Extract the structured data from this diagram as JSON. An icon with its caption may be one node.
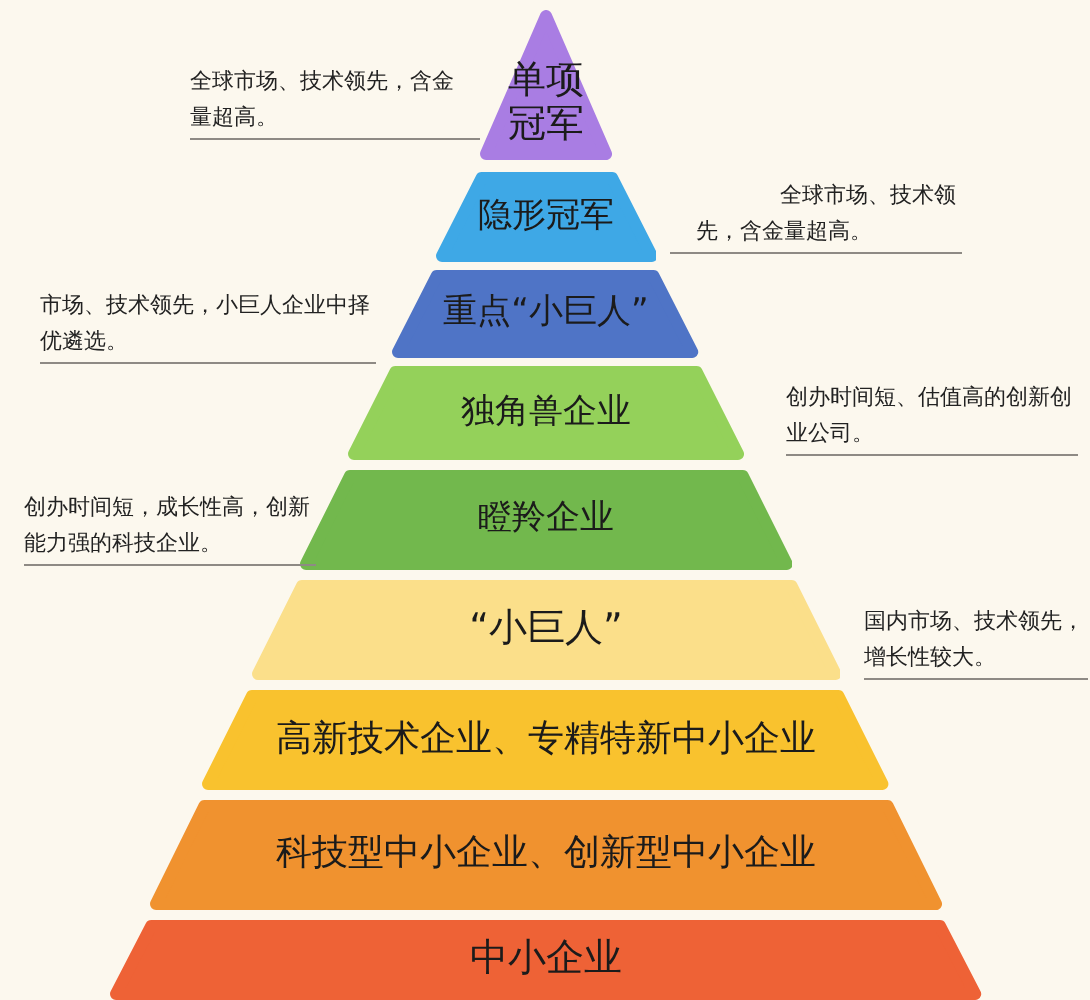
{
  "diagram": {
    "nodes": [
      {
        "text": [
          "单项冠军"
        ],
        "beside": [
          "全球市场、技术领先，含金量超高。"
        ]
      },
      {
        "text": [
          "隐形冠军"
        ],
        "beside": [
          "全球市场、技术领先，含金量超高。"
        ]
      },
      {
        "text": [
          "重点“小巨人”"
        ],
        "beside": [
          "市场、技术领先，小巨人企业中择优遴选。"
        ]
      },
      {
        "text": [
          "独角兽企业"
        ],
        "beside": [
          "创办时间短、估值高的创新创业公司。"
        ]
      },
      {
        "text": [
          "瞪羚企业"
        ],
        "beside": [
          "创办时间短，成长性高，创新能力强的科技企业。"
        ]
      },
      {
        "text": [
          "“小巨人”"
        ],
        "beside": [
          "国内市场、技术领先，增长性较大。"
        ]
      },
      {
        "text": [
          "高新技术企业、专精特新中小企业"
        ]
      },
      {
        "text": [
          "科技型中小企业、创新型中小企业"
        ]
      },
      {
        "text": [
          "中小企业"
        ]
      }
    ]
  }
}
